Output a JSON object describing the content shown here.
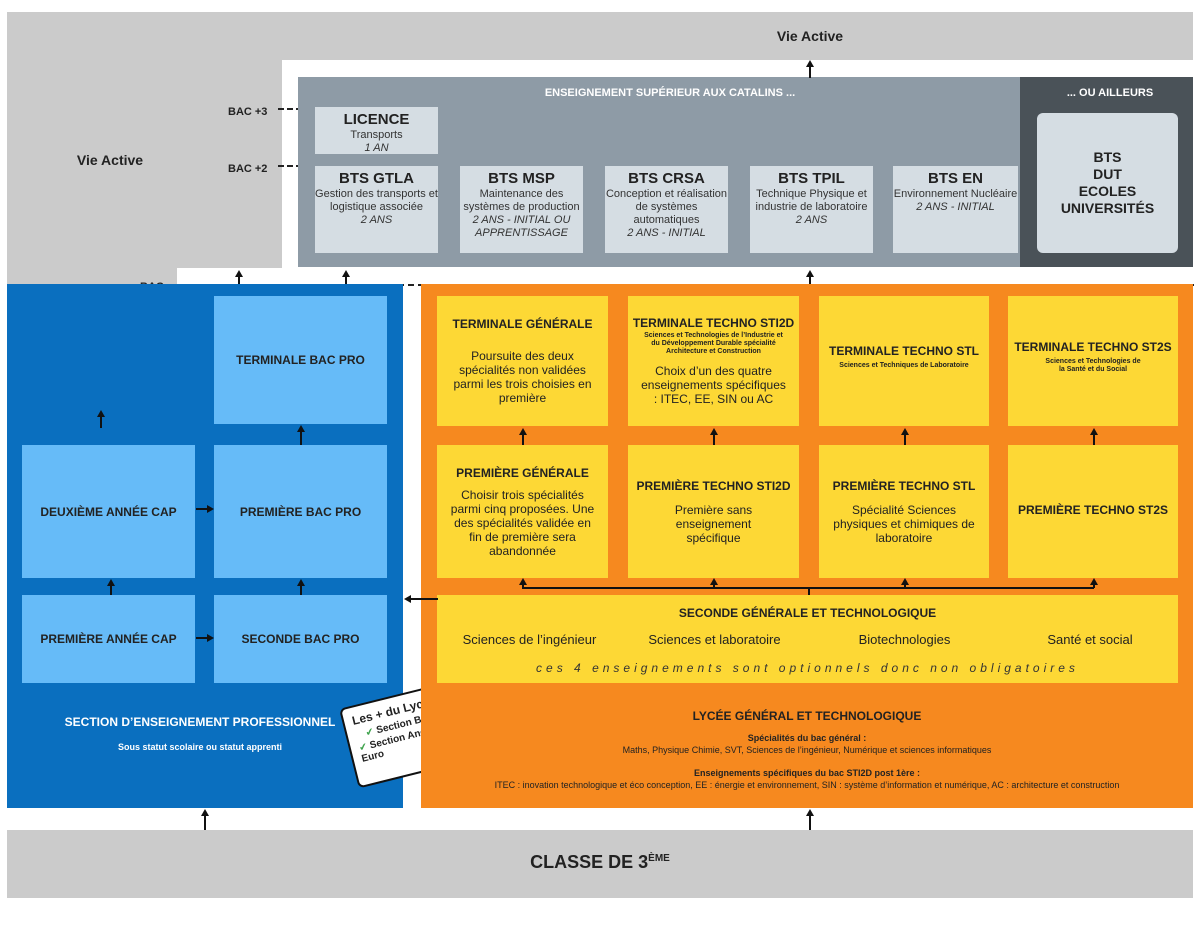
{
  "vie_active_top": "Vie Active",
  "vie_active_left": "Vie Active",
  "bac_labels": {
    "bac3": "BAC +3",
    "bac2": "BAC +2",
    "bac": "BAC"
  },
  "superieur": {
    "title": "ENSEIGNEMENT SUPÉRIEUR AUX CATALINS ...",
    "ailleurs_title": "... OU AILLEURS",
    "ailleurs_lines": [
      "BTS",
      "DUT",
      "ECOLES",
      "UNIVERSITÉS"
    ],
    "licence": {
      "title": "LICENCE",
      "desc": "Transports",
      "duration": "1 AN"
    },
    "bts": [
      {
        "title": "BTS GTLA",
        "desc": "Gestion des transports et logistique associée",
        "duration": "2 ANS"
      },
      {
        "title": "BTS MSP",
        "desc": "Maintenance des systèmes de production",
        "duration": "2 ANS - INITIAL OU APPRENTISSAGE"
      },
      {
        "title": "BTS CRSA",
        "desc": "Conception et réalisation de systèmes automatiques",
        "duration": "2 ANS - INITIAL"
      },
      {
        "title": "BTS TPIL",
        "desc": "Technique Physique et industrie de laboratoire",
        "duration": "2 ANS"
      },
      {
        "title": "BTS EN",
        "desc": "Environnement Nucléaire",
        "duration": "2 ANS - INITIAL"
      }
    ]
  },
  "pro": {
    "terminale": "TERMINALE BAC PRO",
    "premiere": "PREMIÈRE BAC PRO",
    "seconde": "SECONDE BAC PRO",
    "cap2": "DEUXIÈME ANNÉE CAP",
    "cap1": "PREMIÈRE ANNÉE CAP",
    "section_title": "SECTION D’ENSEIGNEMENT PROFESSIONNEL",
    "section_sub": "Sous statut scolaire ou statut apprenti"
  },
  "badge": {
    "title": "Les + du Lycée :",
    "items": [
      "Section Boxe",
      "Section Anglais Euro"
    ]
  },
  "general": {
    "terminales": [
      {
        "title": "TERMINALE GÉNÉRALE",
        "sub": "",
        "desc": "Poursuite des deux spécialités non validées parmi les trois choisies en première"
      },
      {
        "title": "TERMINALE TECHNO STI2D",
        "sub": "Sciences et Technologies de l’Industrie et du Développement Durable spécialité Architecture et Construction",
        "desc": "Choix d’un des quatre enseignements spécifiques : ITEC, EE, SIN ou AC"
      },
      {
        "title": "TERMINALE TECHNO STL",
        "sub": "Sciences et Techniques de Laboratoire",
        "desc": ""
      },
      {
        "title": "TERMINALE TECHNO ST2S",
        "sub": "Sciences et Technologies de la Santé et du Social",
        "desc": ""
      }
    ],
    "premieres": [
      {
        "title": "PREMIÈRE GÉNÉRALE",
        "desc": "Choisir trois spécialités parmi cinq proposées. Une des spécialités validée en fin de première sera abandonnée"
      },
      {
        "title": "PREMIÈRE TECHNO STI2D",
        "desc": "Première sans enseignement spécifique"
      },
      {
        "title": "PREMIÈRE TECHNO STL",
        "desc": "Spécialité Sciences physiques et chimiques de laboratoire"
      },
      {
        "title": "PREMIÈRE TECHNO ST2S",
        "desc": ""
      }
    ],
    "seconde": {
      "title": "SECONDE GÉNÉRALE ET TECHNOLOGIQUE",
      "options": [
        "Sciences de l’ingénieur",
        "Sciences et laboratoire",
        "Biotechnologies",
        "Santé et social"
      ],
      "note": "ces 4 enseignements sont optionnels donc non obligatoires"
    },
    "lycee_title": "LYCÉE GÉNÉRAL ET TECHNOLOGIQUE",
    "spec_title": "Spécialités du bac général :",
    "spec_text": "Maths, Physique Chimie, SVT, Sciences de l’ingénieur, Numérique et sciences informatiques",
    "ens_title": "Enseignements spécifiques du bac STI2D post 1ère :",
    "ens_text": "ITEC : inovation technologique et éco conception, EE : énergie et environnement, SIN : système d’information et numérique, AC : architecture et construction"
  },
  "classe3": {
    "title": "CLASSE DE 3",
    "sup": "ÈME"
  },
  "colors": {
    "grey_bg": "#cbcbcb",
    "sup_bg": "#8e9ba6",
    "ailleurs_bg": "#4a5258",
    "pro_blue": "#0a6fbf",
    "light_blue": "#66bbf8",
    "orange": "#f6891f",
    "yellow": "#fdd835"
  }
}
